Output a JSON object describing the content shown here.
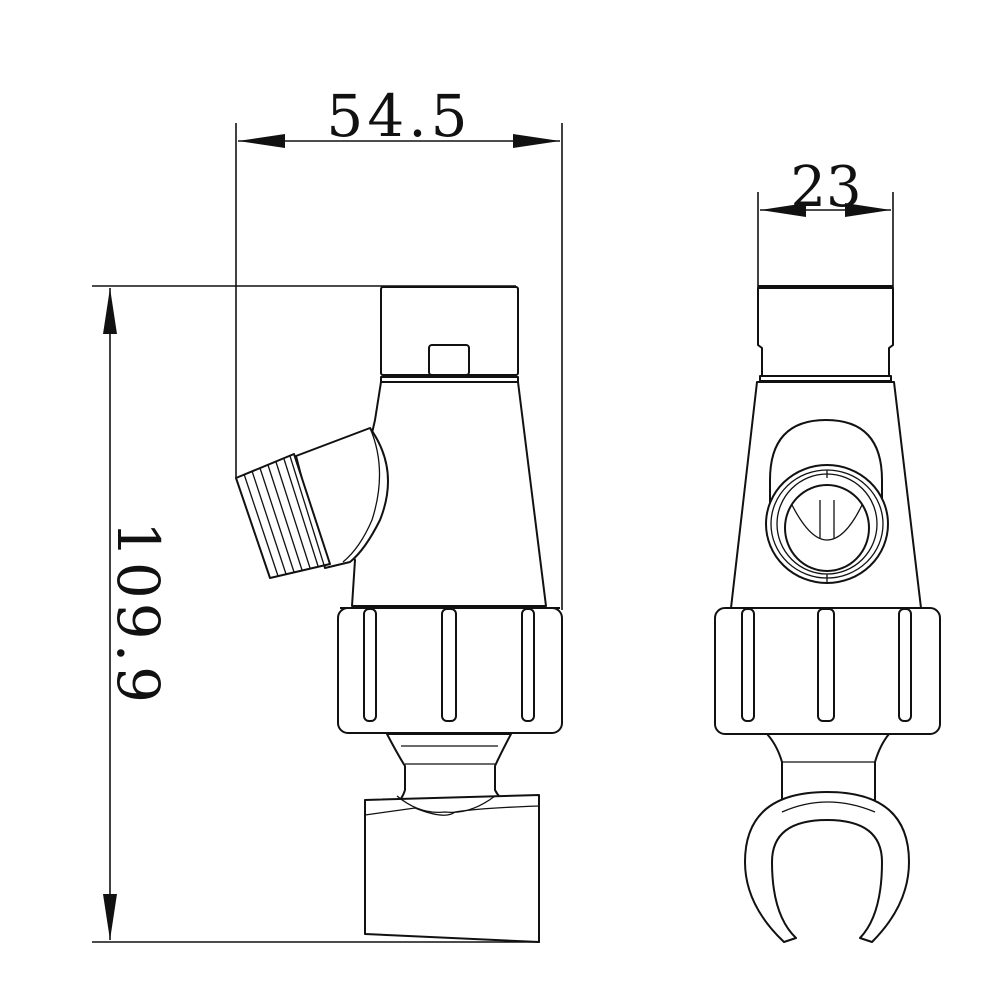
{
  "drawing": {
    "type": "technical-drawing",
    "subject": "shower hand-shower holder with water outlet (side and front views)",
    "units": "mm",
    "line_color": "#111111",
    "background": "#ffffff"
  },
  "dimensions": {
    "width_side_view": {
      "value": "54.5",
      "orientation": "horizontal"
    },
    "width_front_view": {
      "value": "23",
      "orientation": "horizontal"
    },
    "height_total": {
      "value": "109.9",
      "orientation": "vertical-rotated"
    }
  },
  "views": [
    {
      "name": "side-view",
      "features": [
        "top cap with button",
        "tapered body",
        "threaded side outlet",
        "ribbed nut",
        "neck",
        "wall bracket"
      ]
    },
    {
      "name": "front-view",
      "features": [
        "top cap",
        "tapered body",
        "circular threaded outlet",
        "ribbed nut",
        "neck",
        "C-shaped hose clip"
      ]
    }
  ]
}
